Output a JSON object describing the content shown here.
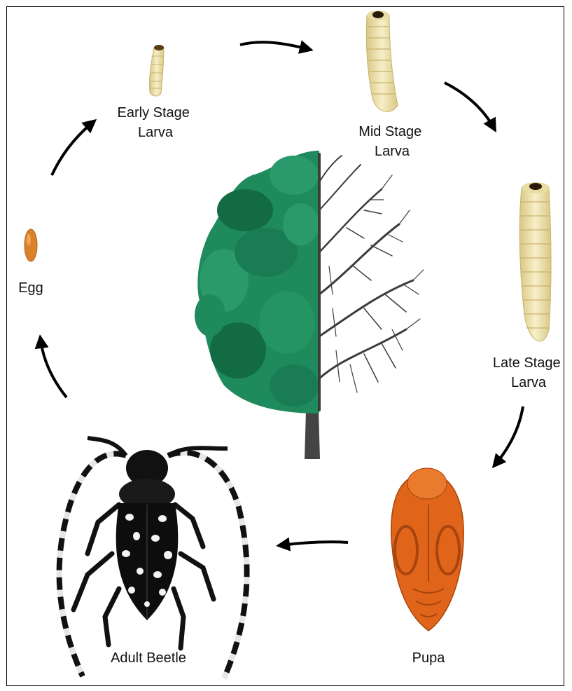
{
  "stages": {
    "egg": {
      "lines": [
        "Egg"
      ]
    },
    "early_larva": {
      "lines": [
        "Early Stage",
        "Larva"
      ]
    },
    "mid_larva": {
      "lines": [
        "Mid Stage",
        "Larva"
      ]
    },
    "late_larva": {
      "lines": [
        "Late Stage",
        "Larva"
      ]
    },
    "pupa": {
      "lines": [
        "Pupa"
      ]
    },
    "adult": {
      "lines": [
        "Adult Beetle"
      ]
    }
  },
  "colors": {
    "frame": "#000000",
    "arrow": "#000000",
    "larva": "#f1e6b0",
    "larva_shade": "#d9c784",
    "egg": "#d9822b",
    "pupa": "#e0651b",
    "beetle": "#111111",
    "beetle_spot": "#f4f4f4",
    "foliage": "#1f8a5c",
    "foliage_dark": "#136b43",
    "branches": "#3c3c3c"
  },
  "icons": {
    "tree": "half-leafy-half-bare-tree-icon",
    "egg": "egg-icon",
    "larva": "larva-icon",
    "pupa": "pupa-icon",
    "beetle": "longhorn-beetle-icon",
    "arrow": "curved-arrow-icon"
  }
}
